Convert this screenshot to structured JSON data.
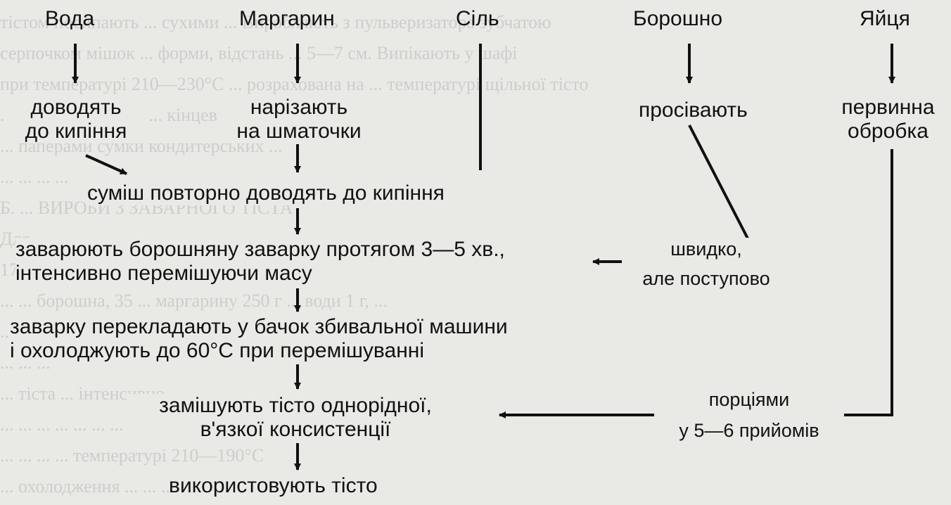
{
  "ingredients": {
    "water": "Вода",
    "margarine": "Маргарин",
    "salt": "Сіль",
    "flour": "Борошно",
    "eggs": "Яйця"
  },
  "steps": {
    "water_boil": [
      "доводять",
      "до кипіння"
    ],
    "margarine_cut": [
      "нарізають",
      "на шматочки"
    ],
    "flour_sift": "просівають",
    "eggs_process": [
      "первинна",
      "обробка"
    ],
    "mixture_reboil": "суміш повторно доводять до кипіння",
    "brew": [
      "заварюють борошняну заварку протягом 3—5 хв.,",
      "інтенсивно перемішуючи масу"
    ],
    "transfer_cool": [
      "заварку перекладають у бачок збивальної машини",
      "і охолоджують до 60°С при перемішуванні"
    ],
    "knead": [
      "замішують тісто однорідної,",
      "в'язкої консистенції"
    ],
    "use": "використовують тісто"
  },
  "annotations": {
    "flour_addition": [
      "швидко,",
      "але поступово"
    ],
    "eggs_addition": [
      "порціями",
      "у 5—6 прийомів"
    ]
  },
  "background_lines": [
    "        тістом посипають ... сухими ... Виробляють з пульверизатора зубчатою",
    "серпочком мішок ... форми, відстань ... 5—7 см. Випікають у шафі",
    "при температурі 210—230°С ... розрахована на ... температурі щільної тісто",
    "... Якщо ... кришка ... кінцевих ... виробів ...",
    "... паперами сумки кондитерських ...",
    "        ... ... ... ...",
    "Б. ... ВИРОБИ З ЗАВАРНОГО ТІСТА",
    "    Для ... ...",
    "170 г. ... ... 25 ...",
    "... ... борошна, 35 ... маргарину 250 г ... води 1 г, ...",
    "... 90%. Маса ... ...",
    "... ... ...",
    "        ... тістa ... інтенсивно ...",
    "... ... ... ... ... ... ...",
    "... ... ... ... температурі 210—190°С",
    "... охолодження ... ... ..."
  ]
}
